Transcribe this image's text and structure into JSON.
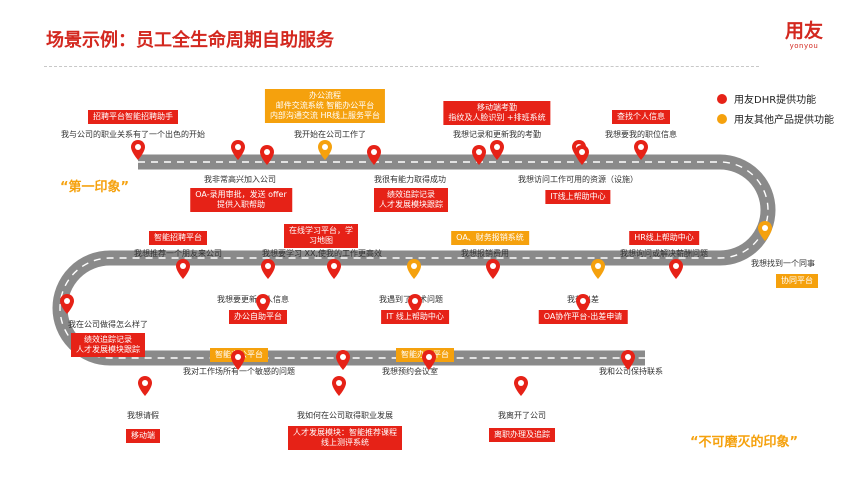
{
  "title": "场景示例：员工全生命周期自助服务",
  "logo": {
    "main": "用友",
    "sub": "yonyou"
  },
  "colors": {
    "dhr": "#e62217",
    "other": "#f5a10d",
    "accent": "#d3281f"
  },
  "legend": [
    {
      "label": "用友DHR提供功能",
      "color": "red"
    },
    {
      "label": "用友其他产品提供功能",
      "color": "orange"
    }
  ],
  "phrases": {
    "first": "“第一印象”",
    "last": "“不可磨灭的印象”"
  },
  "nodes": [
    {
      "label": "我与公司的职业关系有了一个出色的开始",
      "box": "招聘平台智能招聘助手",
      "color": "red"
    },
    {
      "label": "我开始在公司工作了",
      "box": "办公流程\n邮件交流系统  智能办公平台\n内部沟通交流   HR线上服务平台",
      "color": "orange"
    },
    {
      "label": "我想记录和更新我的考勤",
      "box": "移动端考勤\n指纹及人脸识别 +排班系统",
      "color": "red"
    },
    {
      "label": "我想要我的职位信息",
      "box": "查找个人信息",
      "color": "red"
    },
    {
      "label": "我非常高兴加入公司",
      "box": "OA-录用审批，发送 offer\n提供入职帮助",
      "color": "red"
    },
    {
      "label": "我很有能力取得成功",
      "box": "绩效追踪记录\n人才发展模块跟踪",
      "color": "red"
    },
    {
      "label": "我想访问工作可用的资源（设施）",
      "box": "IT线上帮助中心",
      "color": "red"
    },
    {
      "label": "我想推荐一个朋友来公司",
      "box": "智能招聘平台",
      "color": "red"
    },
    {
      "label": "我想要学习 XX,使我的工作更高效",
      "box": "在线学习平台，学\n习地图",
      "color": "red"
    },
    {
      "label": "我想报销费用",
      "box": "OA、财务报销系统",
      "color": "orange"
    },
    {
      "label": "我想询问或解决薪酬问题",
      "box": "HR线上帮助中心",
      "color": "red"
    },
    {
      "label": "我想找到一个同事",
      "box": "协同平台",
      "color": "orange"
    },
    {
      "label": "我想要更新个人信息",
      "box": "办公自助平台",
      "color": "red"
    },
    {
      "label": "我遇到了技术问题",
      "box": "IT 线上帮助中心",
      "color": "red"
    },
    {
      "label": "我想出差",
      "box": "OA协作平台-出差申请",
      "color": "red"
    },
    {
      "label": "我在公司做得怎么样了",
      "box": "绩效追踪记录\n人才发展模块跟踪",
      "color": "red"
    },
    {
      "label": "我对工作场所有一个敏感的问题",
      "box": "智能办公平台",
      "color": "orange"
    },
    {
      "label": "我想预约会议室",
      "box": "智能办公平台",
      "color": "orange"
    },
    {
      "label": "我和公司保持联系",
      "box": "",
      "color": "red"
    },
    {
      "label": "我想请假",
      "box": "移动端",
      "color": "red"
    },
    {
      "label": "我如何在公司取得职业发展",
      "box": "人才发展模块：智能推荐课程\n线上测评系统",
      "color": "red"
    },
    {
      "label": "我离开了公司",
      "box": "离职办理及追踪",
      "color": "red"
    }
  ]
}
